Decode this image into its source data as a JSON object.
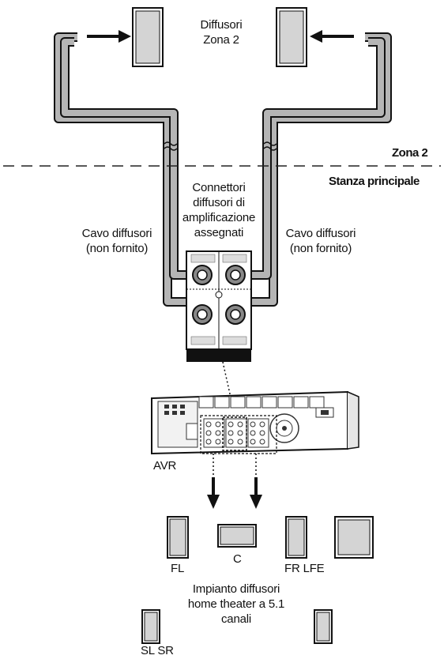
{
  "zone2_speakers_label": [
    "Diffusori",
    "Zona 2"
  ],
  "zone2_label": "Zona 2",
  "main_room_label": "Stanza principale",
  "connectors_label": [
    "Connettori",
    "diffusori di",
    "amplificazione",
    "assegnati"
  ],
  "cable_left_label": [
    "Cavo diffusori",
    "(non fornito)"
  ],
  "cable_right_label": [
    "Cavo diffusori",
    "(non fornito)"
  ],
  "avr_label": "AVR",
  "speakers": {
    "fl": "FL",
    "c": "C",
    "fr_lfe": "FR LFE",
    "sl_sr": "SL SR"
  },
  "home_theater_label": [
    "Impianto diffusori",
    "home theater a 5.1",
    "canali"
  ],
  "colors": {
    "speaker_fill": "#d4d4d4",
    "cable": "#b5b5b5",
    "line": "#111111"
  }
}
